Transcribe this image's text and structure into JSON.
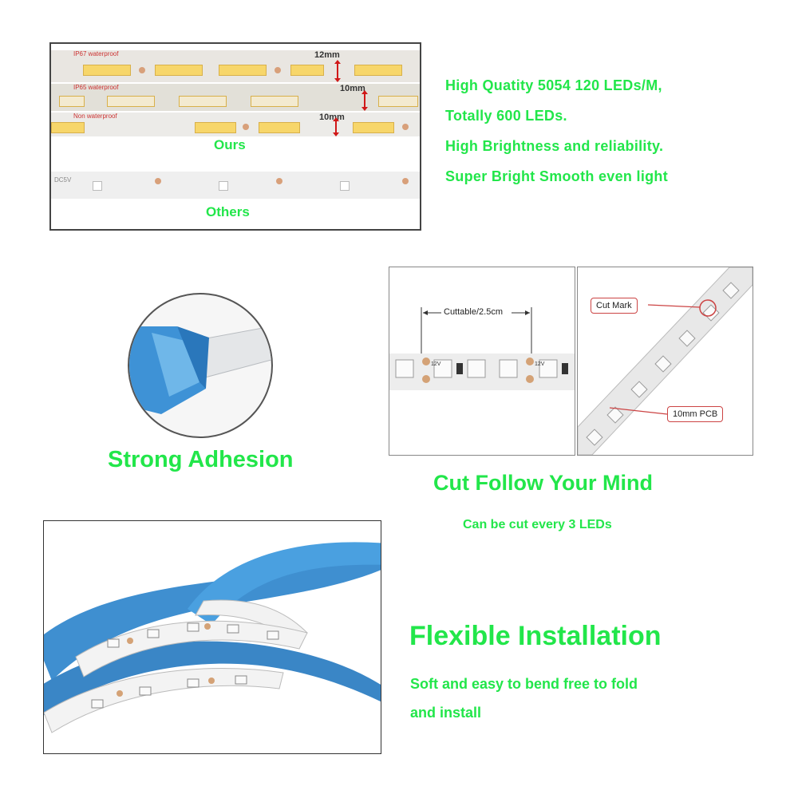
{
  "comparison": {
    "strip1_label": "IP67 waterproof",
    "strip1_width": "12mm",
    "strip2_label": "IP65 waterproof",
    "strip2_width": "10mm",
    "strip3_label": "Non waterproof",
    "strip3_width": "10mm",
    "ours_label": "Ours",
    "others_label": "Others",
    "others_voltage": "DC5V"
  },
  "features": [
    "High Quatity 5054 120 LEDs/M,",
    "Totally 600 LEDs.",
    "High Brightness and reliability.",
    "Super Bright Smooth even light"
  ],
  "adhesion": {
    "title": "Strong Adhesion"
  },
  "cut": {
    "cuttable_label": "Cuttable/2.5cm",
    "voltage_mark": "12V",
    "cut_mark_label": "Cut Mark",
    "pcb_label": "10mm PCB",
    "title": "Cut Follow Your Mind",
    "subtitle": "Can be cut every 3 LEDs"
  },
  "flexible": {
    "title": "Flexible Installation",
    "line1": "Soft and easy to bend free to fold",
    "line2": "and install"
  },
  "colors": {
    "accent_green": "#22e64a",
    "tape_blue": "#3f8fd0",
    "callout_red": "#cc4444"
  }
}
